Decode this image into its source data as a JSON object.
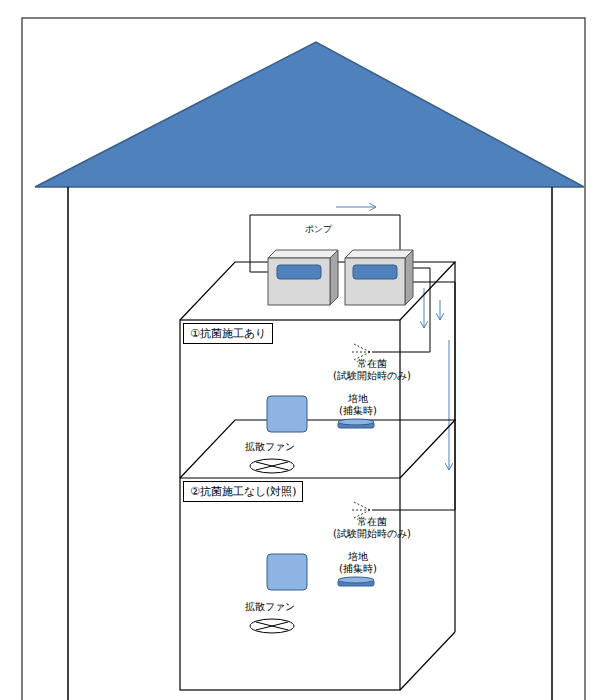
{
  "diagram": {
    "nodes": [
      {
        "text": [
          "①抗菌施工あり"
        ]
      },
      {
        "text": [
          "②抗菌施工なし(対照)"
        ]
      }
    ],
    "labels": [
      "ポンプ",
      "常在菌 (試験開始時のみ)",
      "培地 (捕集時)",
      "拡散ファン",
      "常在菌 (試験開始時のみ)",
      "培地 (捕集時)",
      "拡散ファン"
    ]
  }
}
